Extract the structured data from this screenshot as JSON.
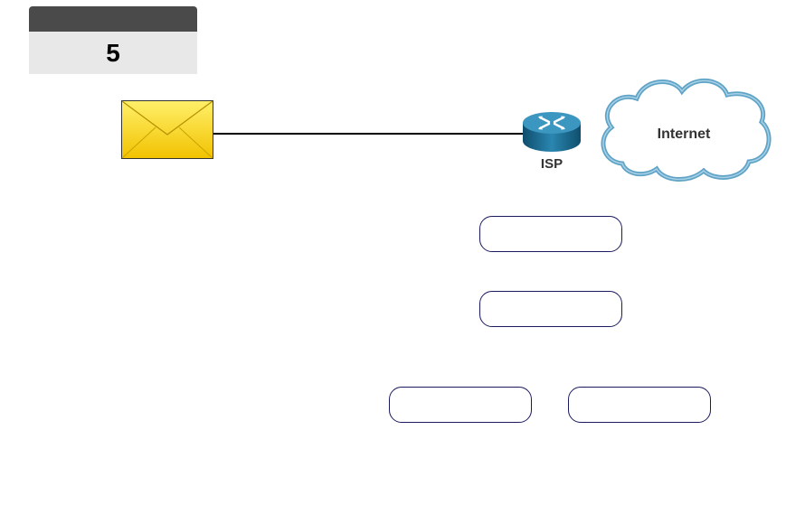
{
  "step": {
    "number": "5"
  },
  "diagram": {
    "router_label": "ISP",
    "cloud_label": "Internet"
  },
  "drop_targets": [
    {
      "value": ""
    },
    {
      "value": ""
    },
    {
      "value": ""
    },
    {
      "value": ""
    }
  ],
  "colors": {
    "step_bar": "#4a4a4a",
    "step_body": "#e8e8e8",
    "envelope": "#ffd700",
    "router": "#1f6d93",
    "cloud_outline": "#3d8ab5",
    "drop_border": "#1a1a5e"
  },
  "icons": {
    "envelope": "envelope-icon",
    "router": "router-icon",
    "cloud": "cloud-icon"
  }
}
